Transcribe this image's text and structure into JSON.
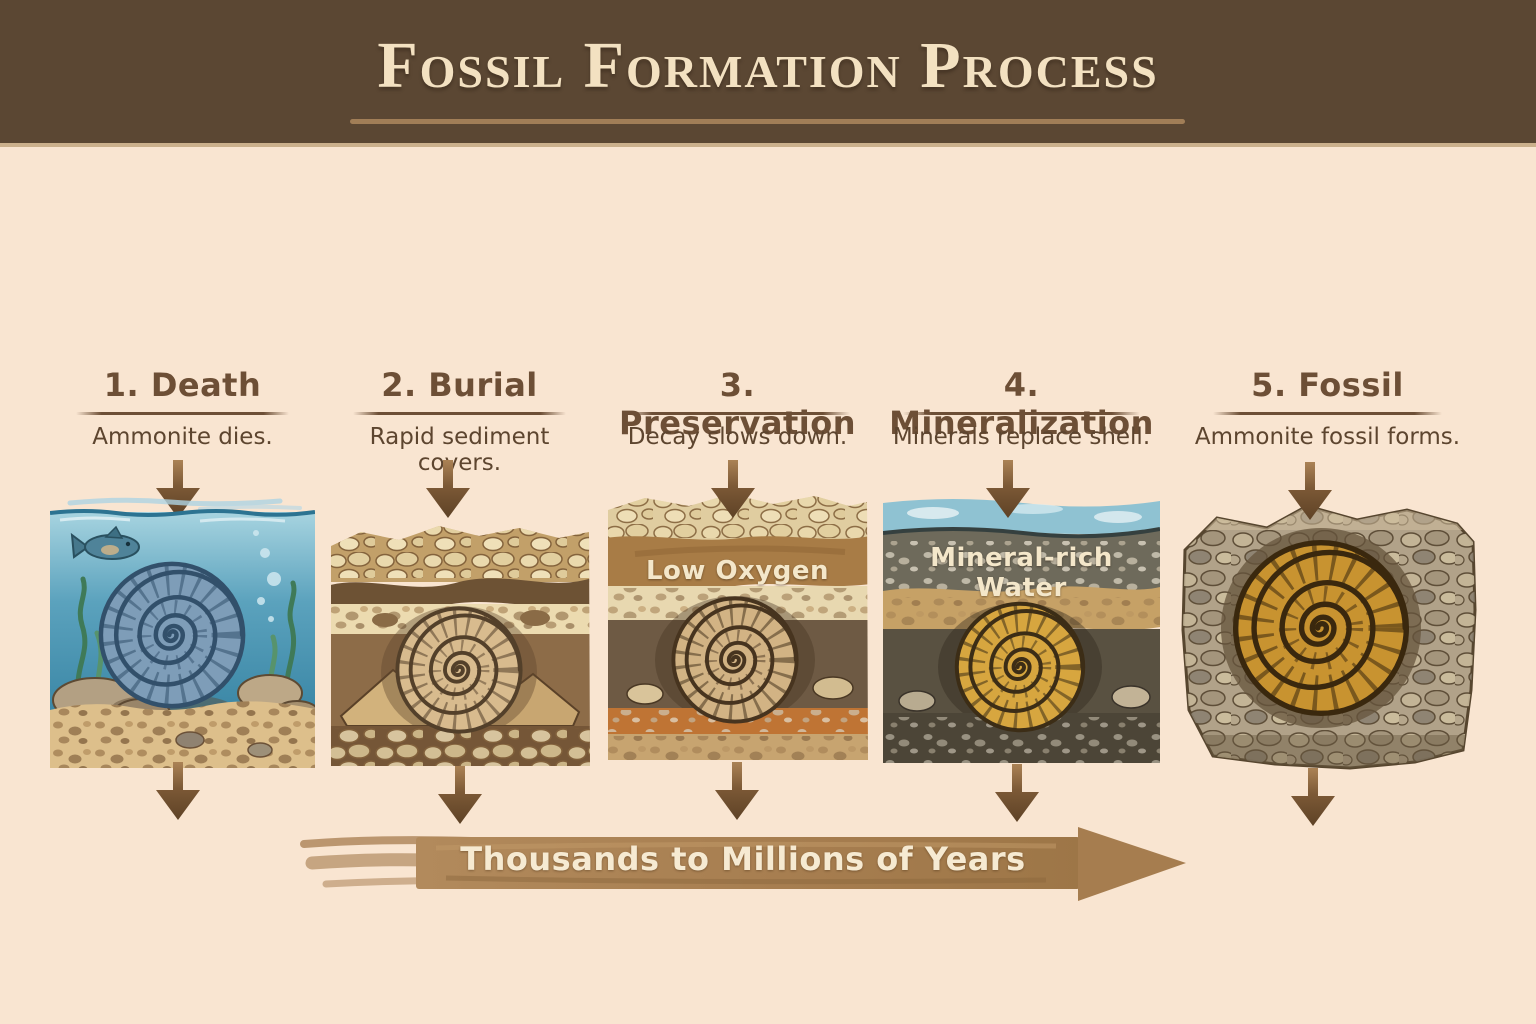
{
  "title": "Fossil Formation Process",
  "steps": [
    {
      "label": "1. Death",
      "subtitle": "Ammonite dies."
    },
    {
      "label": "2. Burial",
      "subtitle": "Rapid sediment covers."
    },
    {
      "label": "3. Preservation",
      "subtitle": "Decay slows down."
    },
    {
      "label": "4. Mineralization",
      "subtitle": "Minerals replace shell."
    },
    {
      "label": "5. Fossil",
      "subtitle": "Ammonite fossil forms."
    }
  ],
  "panel_annotations": {
    "low_oxygen": "Low Oxygen",
    "mineral_rich_water": "Mineral-rich Water"
  },
  "timeline": {
    "label": "Thousands to Millions of Years"
  },
  "icons": {
    "down_arrow": "arrow-down-icon",
    "fish": "fish-icon",
    "ammonite": "ammonite-icon",
    "timeline_arrow": "timeline-arrow-icon"
  },
  "colors": {
    "background": "#f9e5d1",
    "banner": "#5b4733",
    "banner_underline": "#a5825a",
    "title_text": "#f3e1c1",
    "heading_text": "#6d4f36",
    "subtitle_text": "#5d452f",
    "arrow": "#5e4226",
    "timeline_arrow": "#aa8155",
    "timeline_text": "#f6ead2",
    "water": "#4f9cba",
    "ammonite_blue": "#7e9db8",
    "ammonite_gold": "#cf9733"
  }
}
